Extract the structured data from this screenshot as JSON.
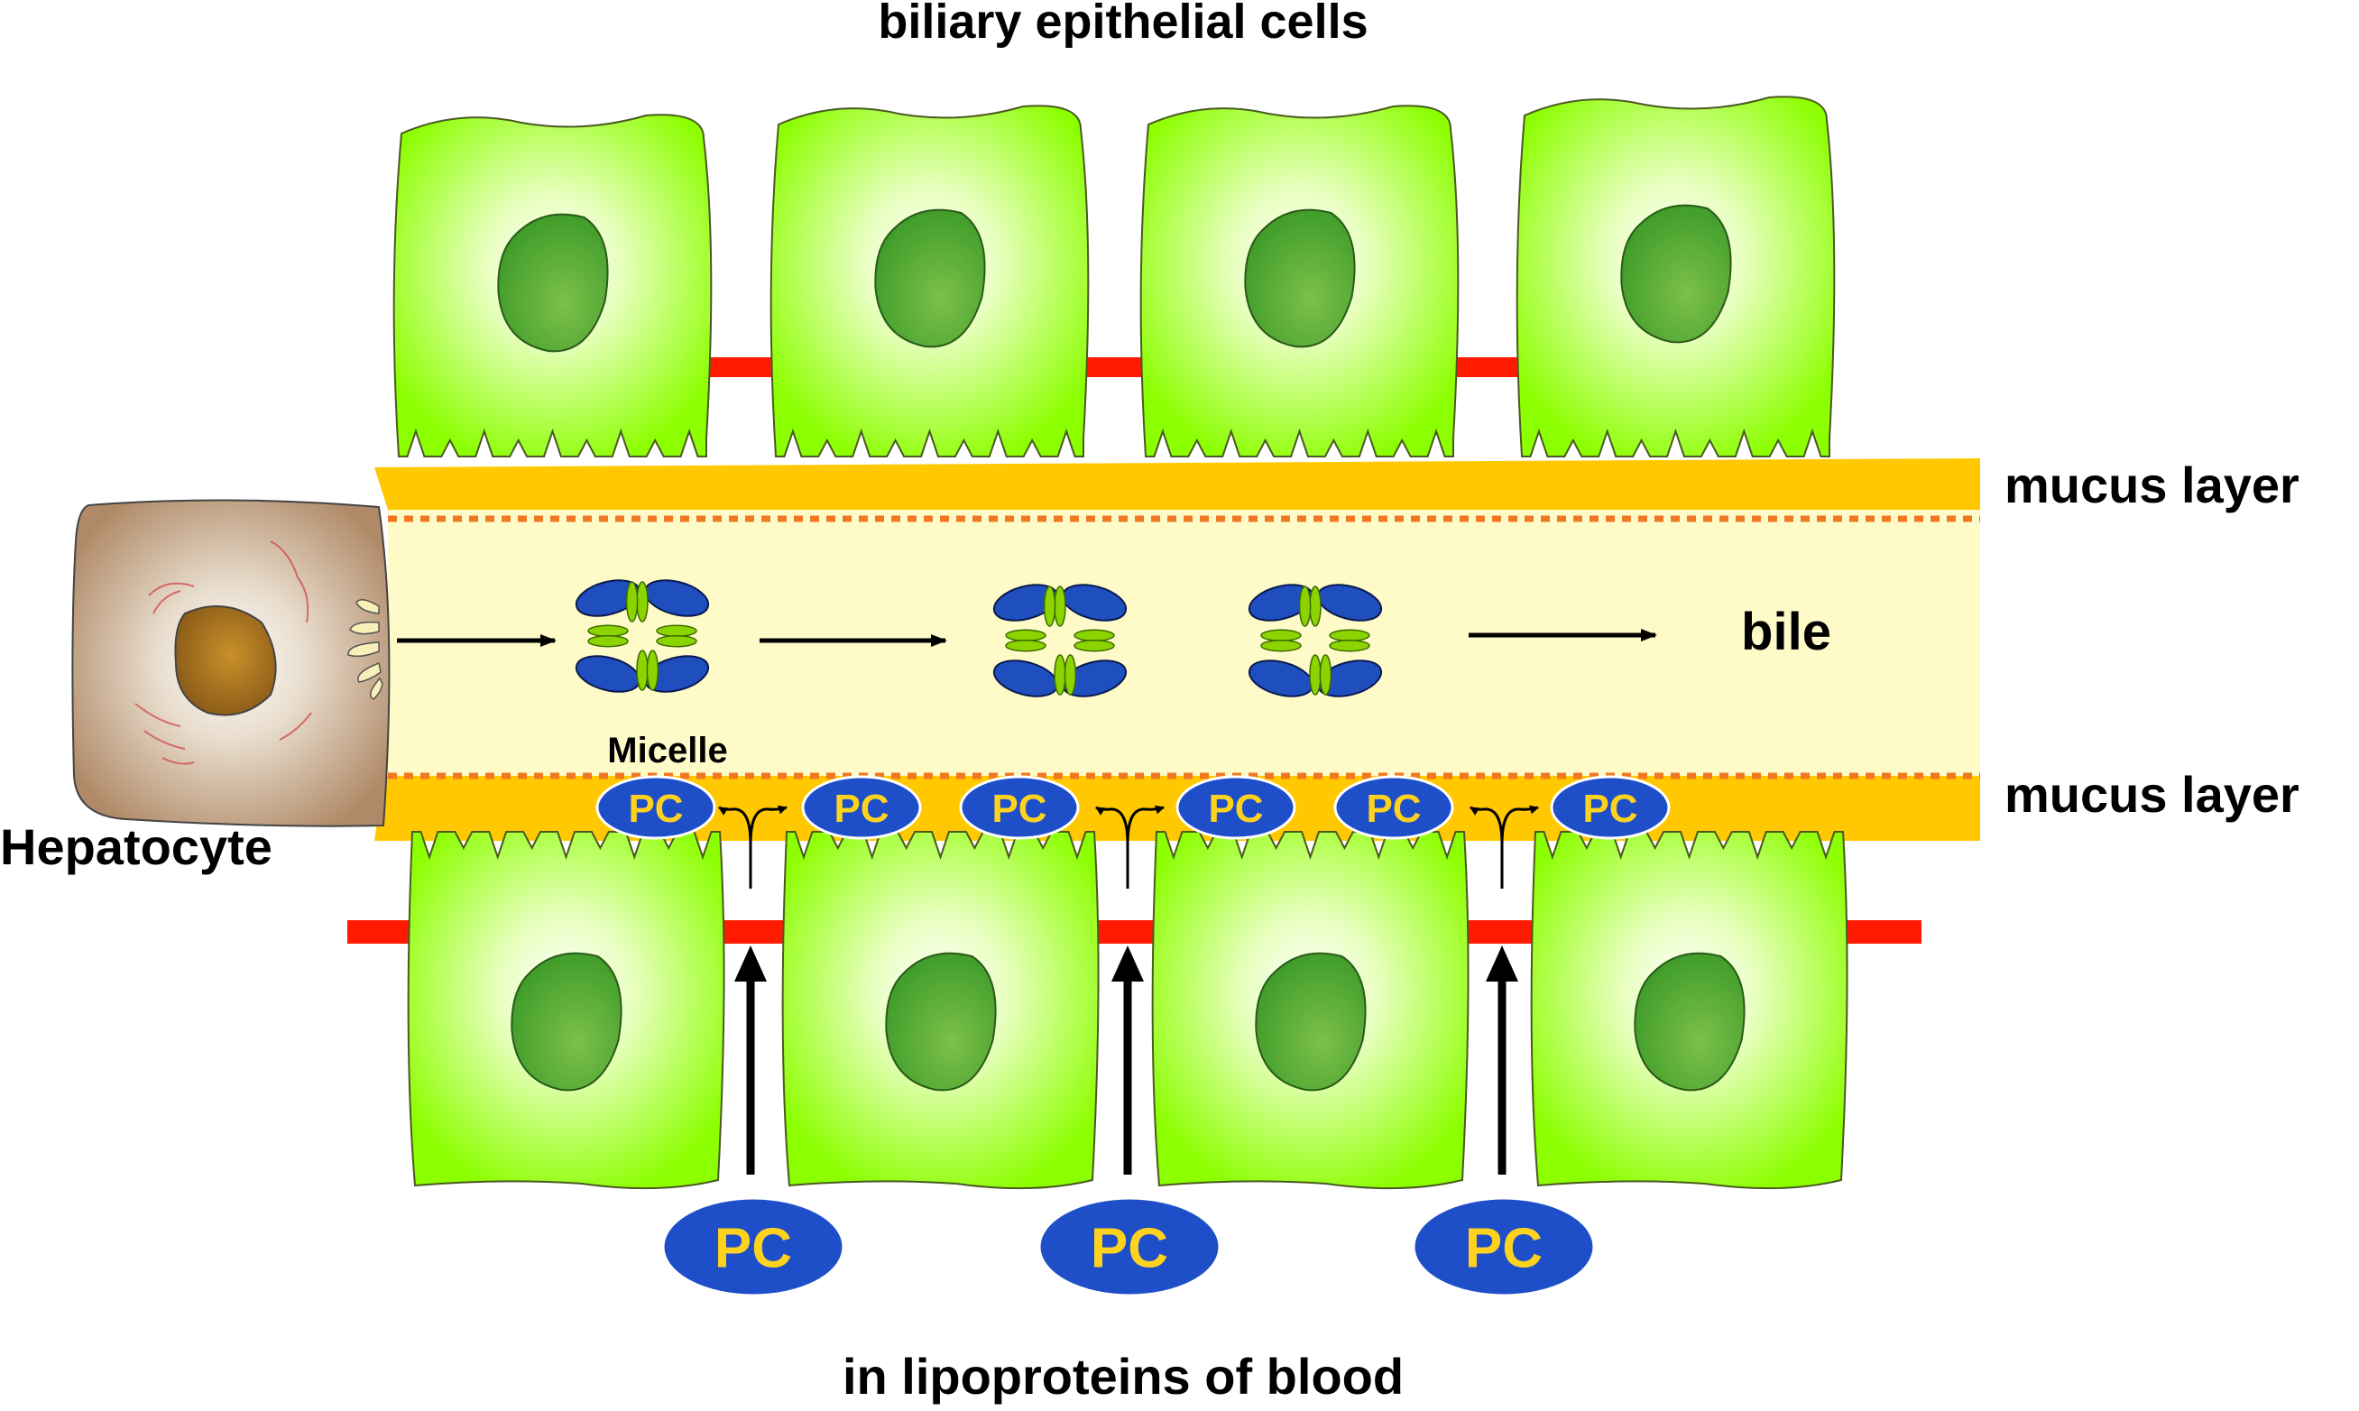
{
  "labels": {
    "top_title": "biliary epithelial cells",
    "bottom_title": "in lipoproteins of blood",
    "mucus_top": "mucus layer",
    "mucus_bottom": "mucus layer",
    "bile": "bile",
    "micelle": "Micelle",
    "hepatocyte": "Hepatocyte",
    "pc": "PC"
  },
  "colors": {
    "cell_green_edge": "#8cff00",
    "cell_green_center": "#ffffff",
    "nucleus_green": "#4aa32a",
    "tight_junction_red": "#ff1a00",
    "mucus_orange": "#ffc800",
    "mucus_dots": "#f07820",
    "bile_yellow": "#fffbc8",
    "hepatocyte_brown": "#b89070",
    "hepatocyte_nucleus": "#9a6a20",
    "micelle_blue": "#1f4fbf",
    "micelle_green": "#8cd400",
    "pc_blue": "#1f4fc8",
    "pc_text": "#ffd21e"
  },
  "counts": {
    "top_cells": 4,
    "bottom_cells": 4,
    "micelles": 3,
    "pc_in_mucus": 6,
    "pc_in_blood": 3
  }
}
